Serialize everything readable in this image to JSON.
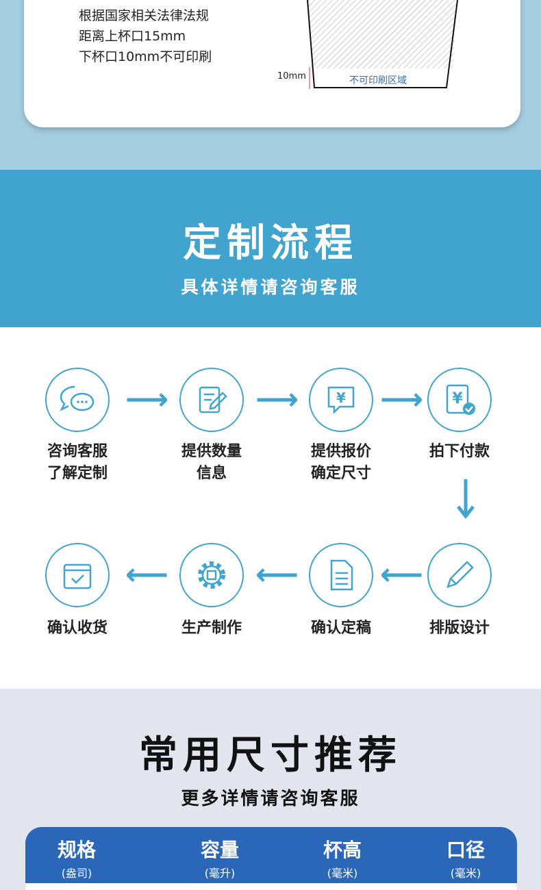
{
  "notice": {
    "lines": [
      "根据国家相关法律法规",
      "距离上杯口15mm",
      "下杯口10mm不可印刷"
    ],
    "dim_label": "10mm",
    "no_print_label": "不可印刷区域"
  },
  "process": {
    "title": "定制流程",
    "subtitle": "具体详情请咨询客服",
    "steps": [
      {
        "l1": "咨询客服",
        "l2": "了解定制",
        "icon": "chat-icon"
      },
      {
        "l1": "提供数量",
        "l2": "信息",
        "icon": "notepad-pen-icon"
      },
      {
        "l1": "提供报价",
        "l2": "确定尺寸",
        "icon": "yen-chat-icon"
      },
      {
        "l1": "拍下付款",
        "l2": "",
        "icon": "yen-check-icon"
      },
      {
        "l1": "排版设计",
        "l2": "",
        "icon": "pencil-icon"
      },
      {
        "l1": "确认定稿",
        "l2": "",
        "icon": "document-icon"
      },
      {
        "l1": "生产制作",
        "l2": "",
        "icon": "gear-icon"
      },
      {
        "l1": "确认收货",
        "l2": "",
        "icon": "box-check-icon"
      }
    ]
  },
  "sizes": {
    "title": "常用尺寸推荐",
    "subtitle": "更多详情请咨询客服",
    "columns": [
      {
        "name": "规格",
        "unit": "(盎司)"
      },
      {
        "name": "容量",
        "unit": "(毫升)"
      },
      {
        "name": "杯高",
        "unit": "(毫米)"
      },
      {
        "name": "口径",
        "unit": "(毫米)"
      }
    ]
  },
  "colors": {
    "band": "#40a4cf",
    "table_header": "#2a67b8",
    "top_bg": "#a5cde0",
    "bottom_bg": "#e3e6ee"
  }
}
